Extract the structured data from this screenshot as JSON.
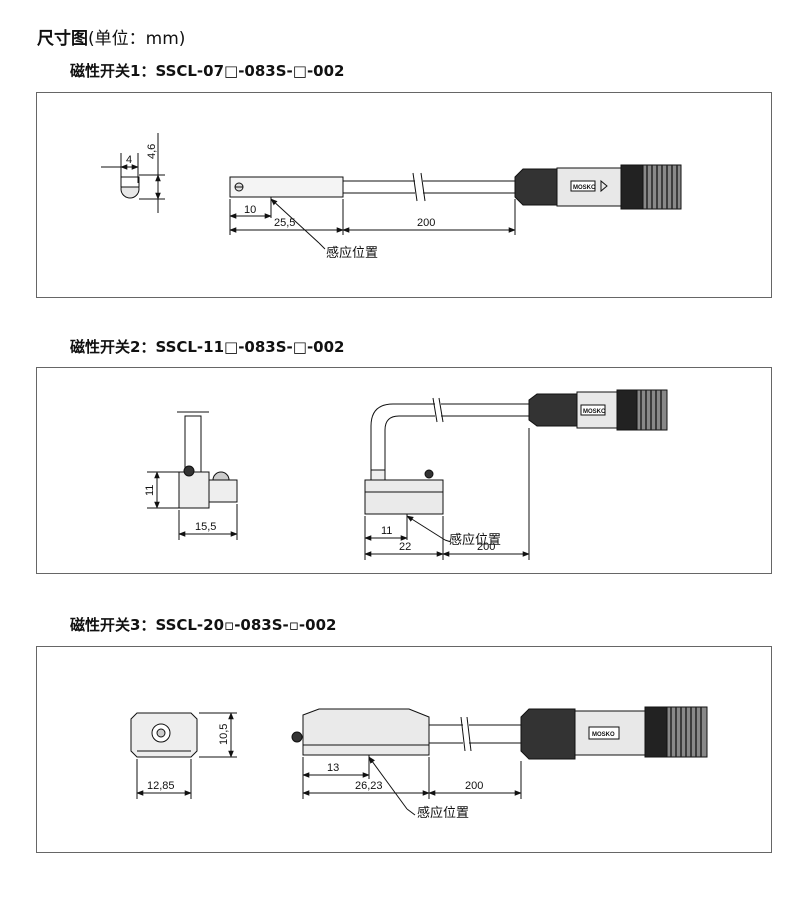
{
  "page_title": {
    "main": "尺寸图",
    "unit": "(单位：mm)"
  },
  "sections": [
    {
      "title": "磁性开关1：SSCL-07□-083S-□-002",
      "dims": {
        "a": "4",
        "b": "4,6",
        "c": "10",
        "d": "25,5",
        "e": "200"
      },
      "sense_label": "感应位置",
      "connector_mark": "MOSKO"
    },
    {
      "title": "磁性开关2：SSCL-11□-083S-□-002",
      "dims": {
        "a": "11",
        "b": "15,5",
        "c": "11",
        "d": "22",
        "e": "200"
      },
      "sense_label": "感应位置",
      "connector_mark": "MOSKO"
    },
    {
      "title": "磁性开关3：SSCL-20▫-083S-▫-002",
      "dims": {
        "a": "10,5",
        "b": "12,85",
        "c": "13",
        "d": "26,23",
        "e": "200"
      },
      "sense_label": "感应位置",
      "connector_mark": "MOSKO"
    }
  ],
  "colors": {
    "line": "#111111",
    "border": "#666666",
    "body_fill": "#e8e8e8",
    "dark": "#222222"
  },
  "icons": [
    "arrow-icon",
    "connector-thread-icon"
  ]
}
